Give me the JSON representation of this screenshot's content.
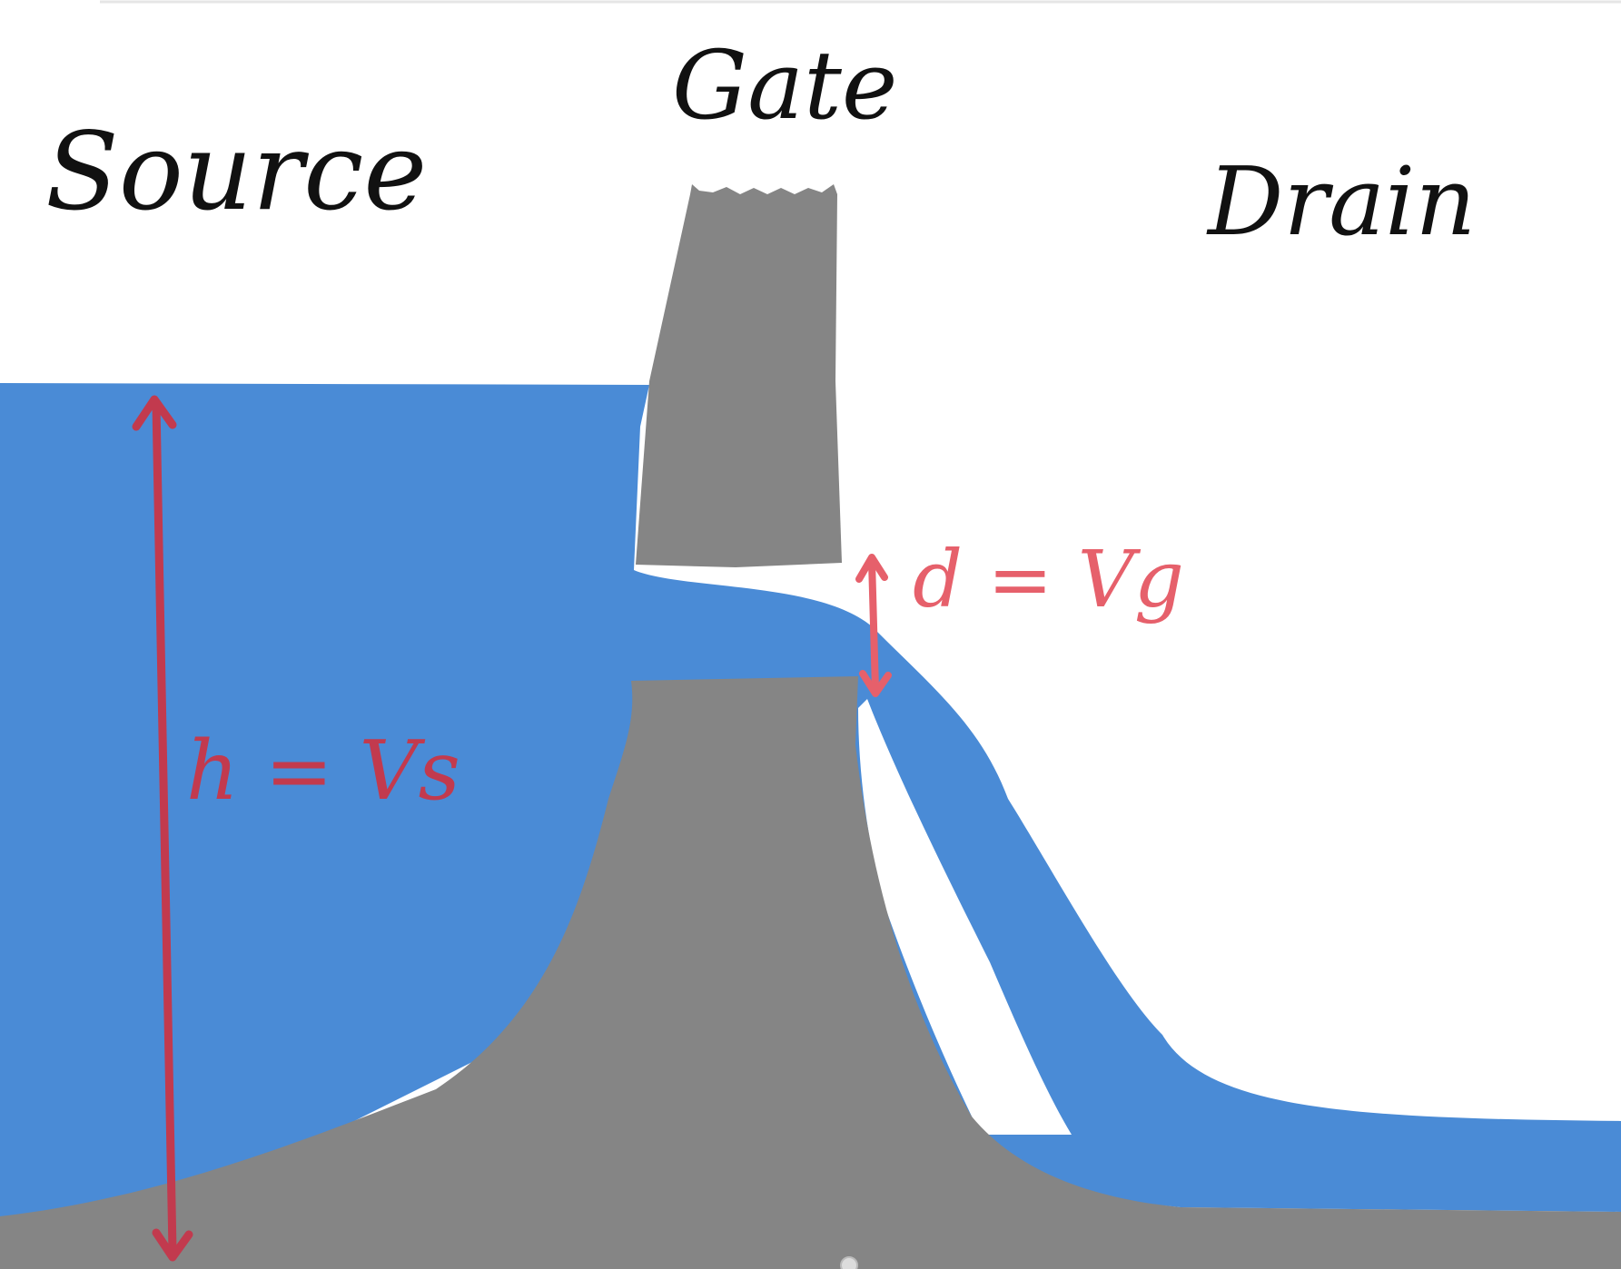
{
  "labels": {
    "source": "Source",
    "gate": "Gate",
    "drain": "Drain",
    "height_annotation": "h = Vs",
    "gap_annotation": "d = Vg"
  },
  "colors": {
    "water": "#4a8bd6",
    "concrete": "#858585",
    "height_arrow": "#c23a4e",
    "gap_arrow": "#e6606b",
    "ink": "#111111",
    "background": "#ffffff"
  }
}
